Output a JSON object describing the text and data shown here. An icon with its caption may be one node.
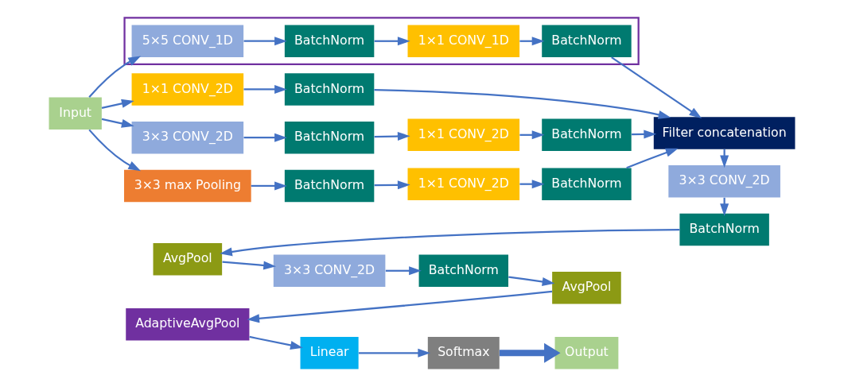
{
  "diagram": {
    "nodes": [
      {
        "text": [
          "Input"
        ]
      },
      {
        "text": [
          "1×1 CONV_2D"
        ]
      },
      {
        "text": [
          "BatchNorm"
        ]
      },
      {
        "text": [],
        "shape": "box"
      },
      {
        "text": [
          "5×5 CONV_1D"
        ],
        "in": 3
      },
      {
        "text": [
          "BatchNorm"
        ],
        "in": 3
      },
      {
        "text": [
          "1×1 CONV_1D"
        ],
        "in": 3
      },
      {
        "text": [
          "BatchNorm"
        ],
        "in": 3
      },
      {
        "text": [
          "3×3 CONV_2D"
        ]
      },
      {
        "text": [
          "BatchNorm"
        ]
      },
      {
        "text": [
          "1×1 CONV_2D"
        ]
      },
      {
        "text": [
          "BatchNorm"
        ]
      },
      {
        "text": [
          "3×3 max Pooling"
        ]
      },
      {
        "text": [
          "BatchNorm"
        ]
      },
      {
        "text": [
          "1×1 CONV_2D"
        ]
      },
      {
        "text": [
          "BatchNorm"
        ]
      },
      {
        "text": [
          "Filter concatenation"
        ]
      },
      {
        "text": [
          "3×3 CONV_2D"
        ]
      },
      {
        "text": [
          "BatchNorm"
        ]
      },
      {
        "text": [
          "AvgPool"
        ]
      },
      {
        "text": [
          "3×3 CONV_2D"
        ]
      },
      {
        "text": [
          "BatchNorm"
        ]
      },
      {
        "text": [
          "AvgPool"
        ]
      },
      {
        "text": [
          "AdaptiveAvgPool"
        ]
      },
      {
        "text": [
          "Linear"
        ]
      },
      {
        "text": [
          "Softmax"
        ]
      },
      {
        "text": [
          "Output"
        ]
      }
    ],
    "edges": [
      {
        "from": 0,
        "to": 1,
        "arrow": "to"
      },
      {
        "from": 0,
        "to": 4,
        "arrow": "to"
      },
      {
        "from": 0,
        "to": 8,
        "arrow": "to"
      },
      {
        "from": 0,
        "to": 12,
        "arrow": "to"
      },
      {
        "from": 1,
        "to": 2,
        "arrow": "to"
      },
      {
        "from": 2,
        "to": 16,
        "arrow": "to"
      },
      {
        "from": 4,
        "to": 5,
        "arrow": "to"
      },
      {
        "from": 5,
        "to": 6,
        "arrow": "to"
      },
      {
        "from": 6,
        "to": 7,
        "arrow": "to"
      },
      {
        "from": 7,
        "to": 16,
        "arrow": "to"
      },
      {
        "from": 8,
        "to": 9,
        "arrow": "to"
      },
      {
        "from": 9,
        "to": 10,
        "arrow": "to"
      },
      {
        "from": 10,
        "to": 11,
        "arrow": "to"
      },
      {
        "from": 11,
        "to": 16,
        "arrow": "to"
      },
      {
        "from": 12,
        "to": 13,
        "arrow": "to"
      },
      {
        "from": 13,
        "to": 14,
        "arrow": "to"
      },
      {
        "from": 14,
        "to": 15,
        "arrow": "to"
      },
      {
        "from": 15,
        "to": 16,
        "arrow": "to"
      },
      {
        "from": 16,
        "to": 17,
        "arrow": "to"
      },
      {
        "from": 17,
        "to": 18,
        "arrow": "to"
      },
      {
        "from": 18,
        "to": 19,
        "arrow": "to"
      },
      {
        "from": 19,
        "to": 20,
        "arrow": "to"
      },
      {
        "from": 20,
        "to": 21,
        "arrow": "to"
      },
      {
        "from": 21,
        "to": 22,
        "arrow": "to"
      },
      {
        "from": 22,
        "to": 23,
        "arrow": "to"
      },
      {
        "from": 23,
        "to": 24,
        "arrow": "to"
      },
      {
        "from": 24,
        "to": 25,
        "arrow": "to"
      },
      {
        "from": 25,
        "to": 26,
        "arrow": "to",
        "style": "thick"
      }
    ]
  }
}
